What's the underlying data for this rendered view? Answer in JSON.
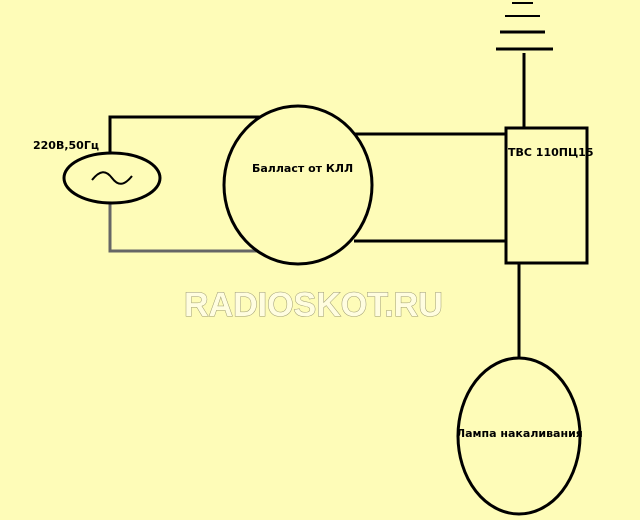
{
  "colors": {
    "background": "#fefcb8",
    "line": "#000000",
    "watermark_fill": "#fffde0"
  },
  "source": {
    "label": "220В,50Гц",
    "icon": "ac-source-icon"
  },
  "ballast": {
    "label": "Балласт от КЛЛ"
  },
  "transformer": {
    "label": "ТВС 110ПЦ15"
  },
  "ground": {
    "icon": "ground-icon"
  },
  "lamp": {
    "label": "Лампа накаливания"
  },
  "watermark": {
    "text": "RADIOSKOT.RU"
  }
}
